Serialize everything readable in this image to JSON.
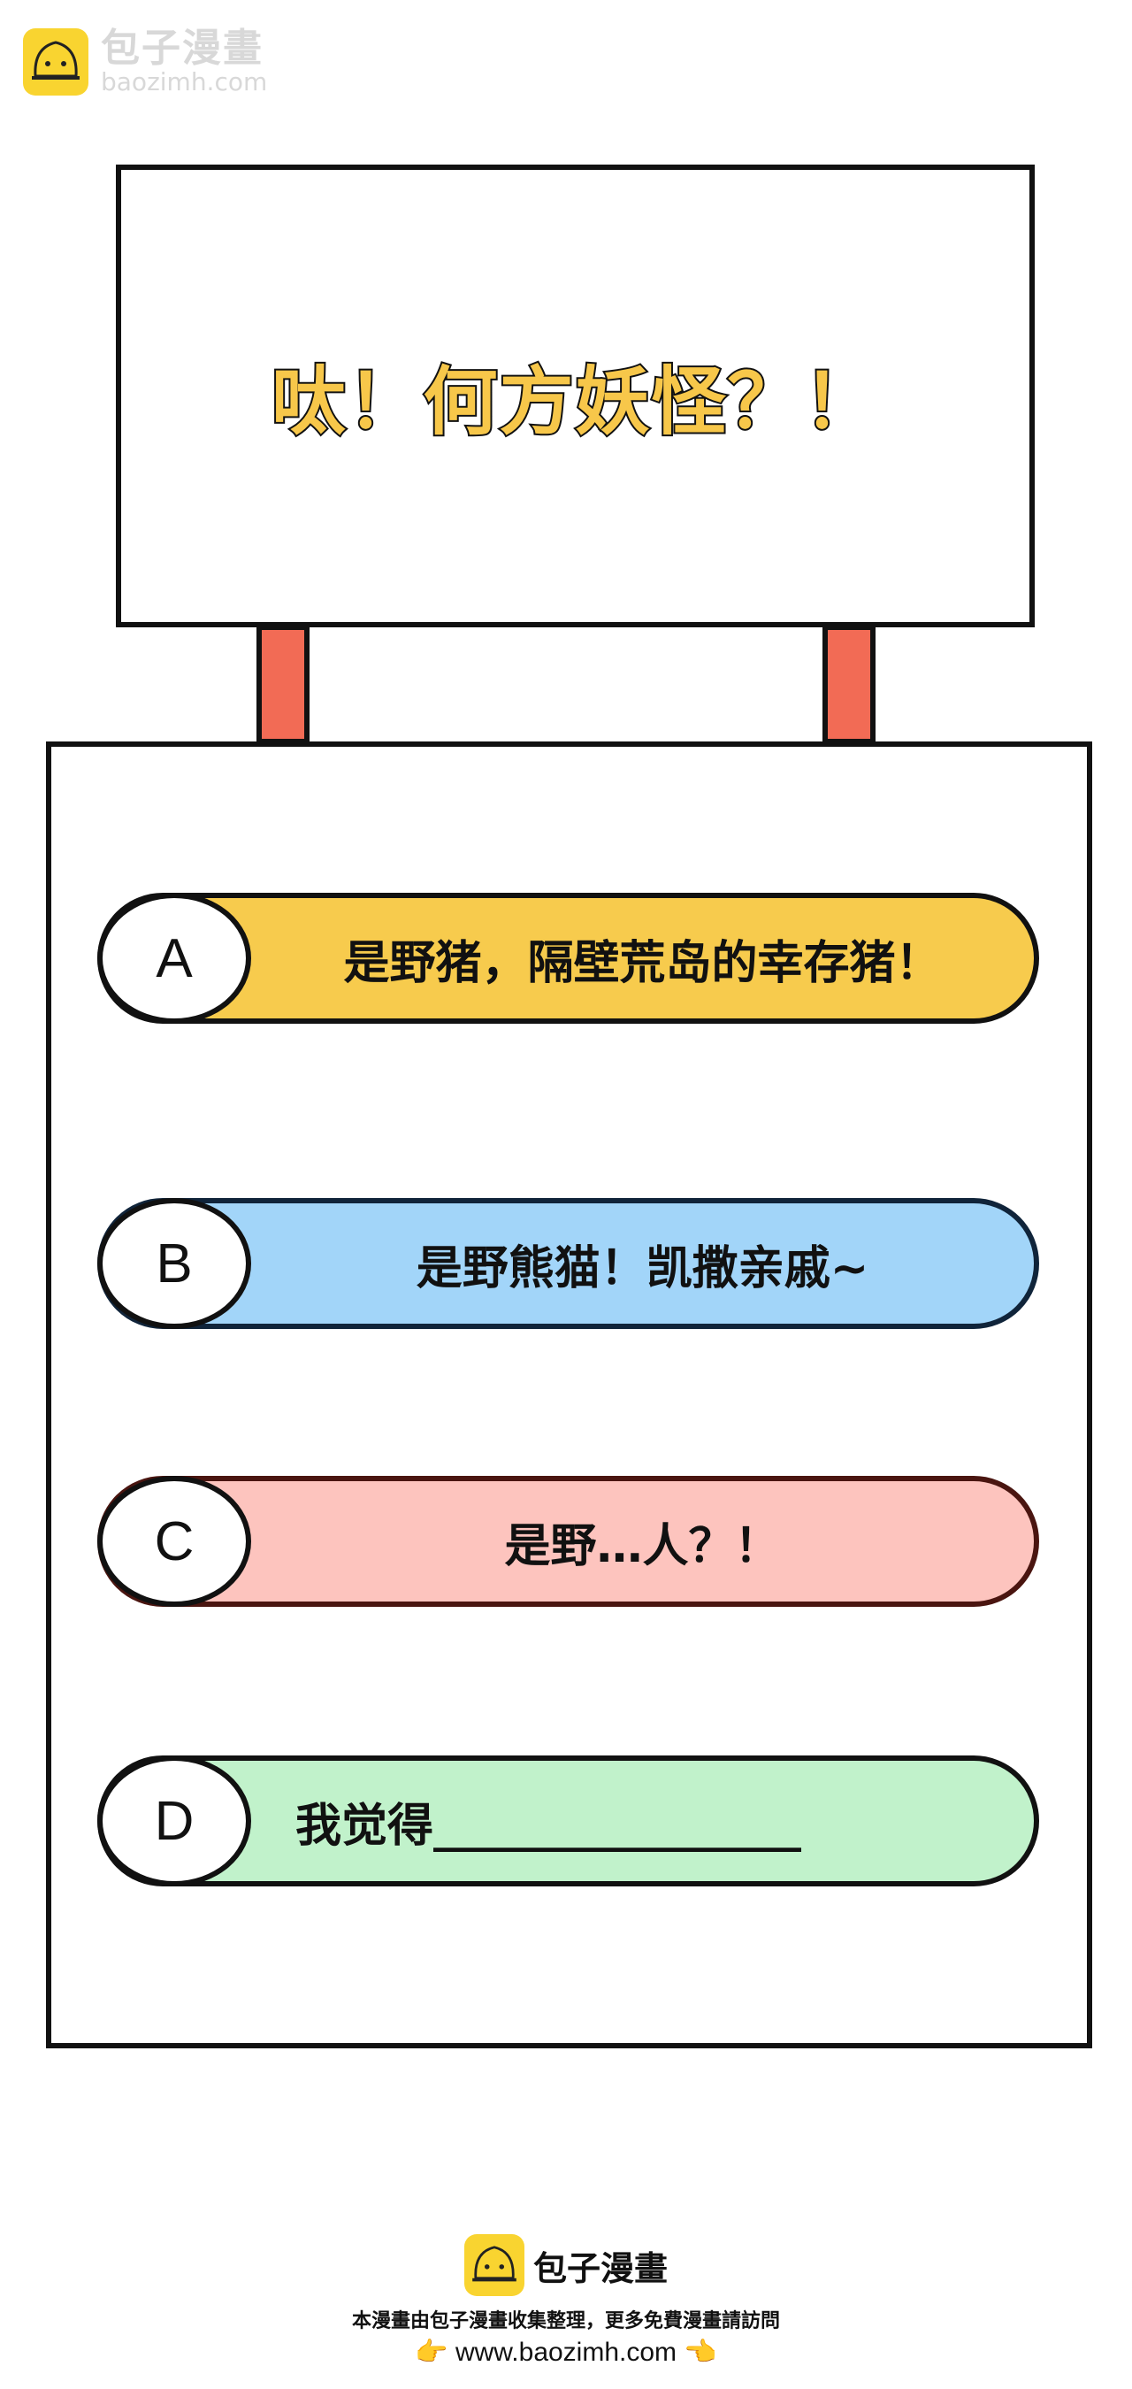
{
  "watermark": {
    "name": "包子漫畫",
    "url": "baozimh.com"
  },
  "sign": {
    "title": "呔！何方妖怪？！"
  },
  "options": [
    {
      "letter": "A",
      "text": "是野猪，隔壁荒岛的幸存猪！",
      "color": "#F7CB4D",
      "border": "#111111"
    },
    {
      "letter": "B",
      "text": "是野熊猫！凯撒亲戚~",
      "color": "#A2D5F9",
      "border": "#10243a"
    },
    {
      "letter": "C",
      "text": "是野…人？！",
      "color": "#FDC4BE",
      "border": "#4a1510"
    },
    {
      "letter": "D",
      "text": "我觉得________________",
      "color": "#C1F2CB",
      "border": "#111111"
    }
  ],
  "footer": {
    "name": "包子漫畫",
    "note": "本漫畫由包子漫畫收集整理，更多免費漫畫請訪問",
    "url": "www.baozimh.com",
    "left_emoji": "👉",
    "right_emoji": "👈"
  }
}
